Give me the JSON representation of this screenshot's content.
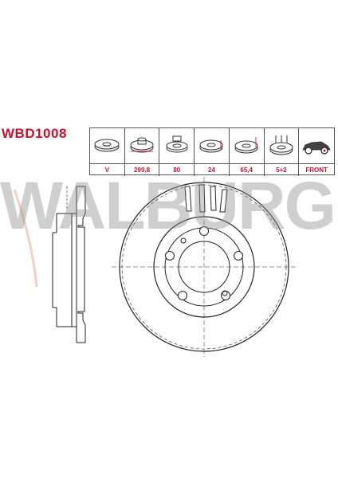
{
  "product": {
    "code": "WBD1008"
  },
  "specs": [
    {
      "icon": "vented-disc-icon",
      "value": "V"
    },
    {
      "icon": "disc-diameter-icon",
      "value": "299,8"
    },
    {
      "icon": "center-bore-icon",
      "value": "80"
    },
    {
      "icon": "disc-thickness-icon",
      "value": "24"
    },
    {
      "icon": "disc-height-icon",
      "value": "65,4"
    },
    {
      "icon": "bolt-holes-icon",
      "value": "5+2"
    },
    {
      "icon": "car-front-axle-icon",
      "value": "FRONT"
    }
  ],
  "brand": {
    "watermark": "WALBURG",
    "accent_color": "#c8102e",
    "watermark_color": "#8c8c8c"
  }
}
